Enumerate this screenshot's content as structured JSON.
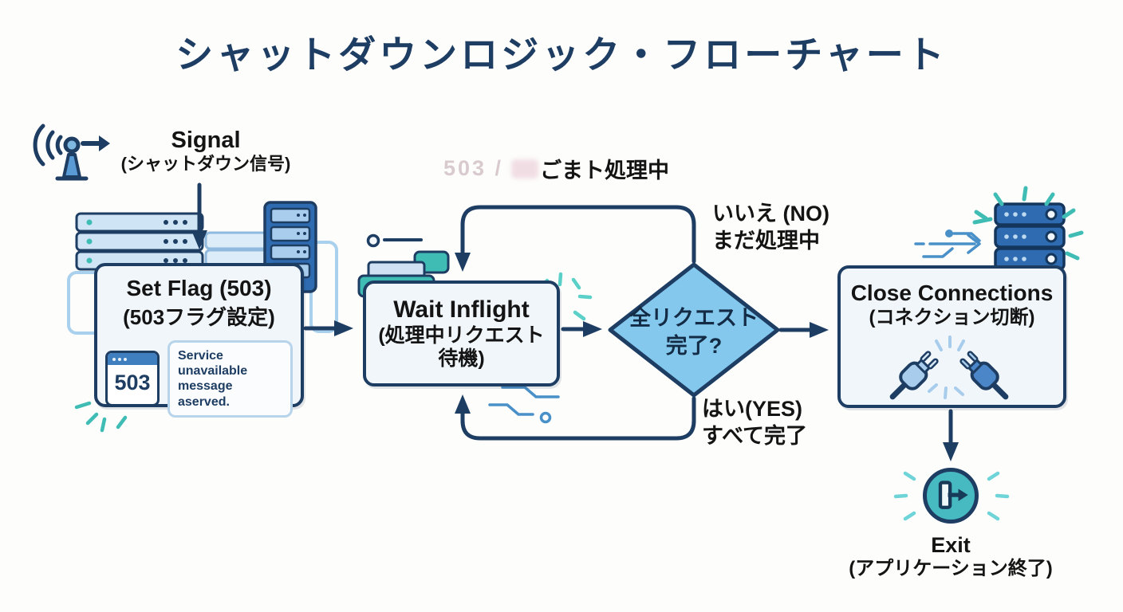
{
  "title": "シャットダウンロジック・フローチャート",
  "watermark_note": {
    "faded": "503 /",
    "text": "ごまト処理中"
  },
  "signal": {
    "label": "Signal",
    "sublabel": "(シャットダウン信号)"
  },
  "nodes": {
    "set_flag": {
      "title": "Set Flag (503)",
      "subtitle": "(503フラグ設定)",
      "badge": "503",
      "message_line1": "Service unavailable",
      "message_line2": "message aserved."
    },
    "wait_inflight": {
      "title": "Wait Inflight",
      "subtitle_line1": "(処理中リクエスト",
      "subtitle_line2": "待機)"
    },
    "decision": {
      "line1": "全リクエスト",
      "line2": "完了?"
    },
    "close_connections": {
      "title": "Close Connections",
      "subtitle": "(コネクション切断)"
    },
    "exit": {
      "label": "Exit",
      "sublabel": "(アプリケーション終了)"
    }
  },
  "edge_labels": {
    "no": {
      "line1": "いいえ (NO)",
      "line2": "まだ処理中"
    },
    "yes": {
      "line1": "はい(YES)",
      "line2": "すべて完了"
    }
  },
  "icons": {
    "signal": "radio-antenna-with-arrow",
    "set_flag_badge": "browser-window-503",
    "left_decoration": "server-stacks",
    "right_decoration": "server-rack-with-sparks",
    "wait_decoration": "task-queue-with-bubble",
    "close_decoration": "two-unplugged-connectors",
    "exit": "logout-door-arrow"
  },
  "colors": {
    "navy": "#1e3d63",
    "ink": "#141414",
    "box_fill": "#f1f6fa",
    "diamond_fill": "#85c8ee",
    "teal": "#3fbdb5",
    "teal_light": "#6fd4d8",
    "blue_mid": "#4a90c8",
    "blue_dark": "#2e6bb0",
    "blue_light": "#cfe4f5",
    "faded_text": "#d8cacf",
    "exit_fill": "#47b9c0"
  }
}
